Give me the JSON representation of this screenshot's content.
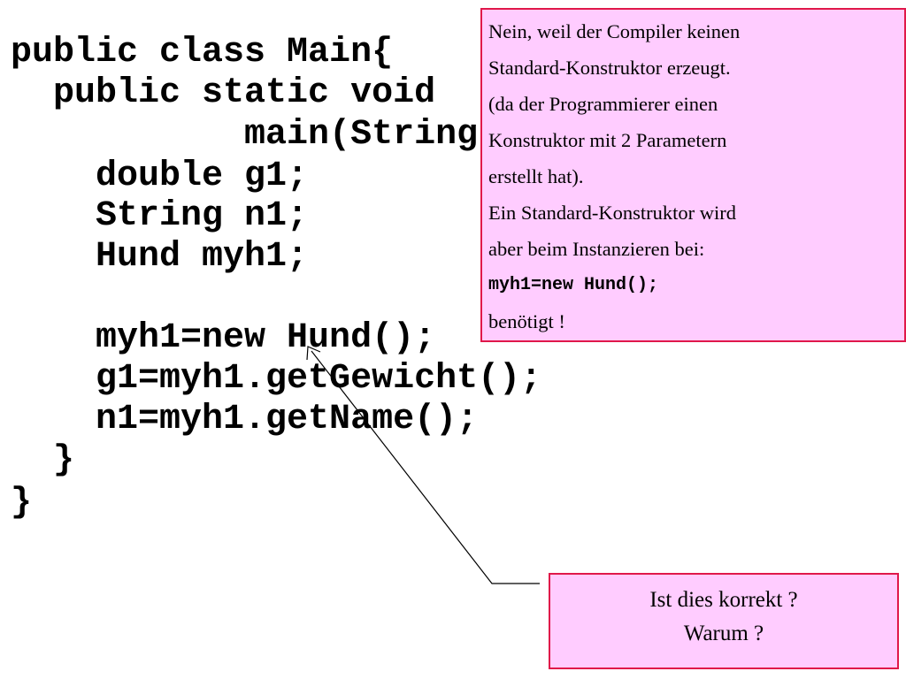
{
  "code": {
    "lines": [
      "public class Main{",
      "  public static void",
      "           main(String[] args){",
      "    double g1;",
      "    String n1;",
      "    Hund myh1;",
      "    myh1=new Hund();",
      "    g1=myh1.getGewicht();",
      "    n1=myh1.getName();",
      "  }",
      "}"
    ]
  },
  "answer_box": {
    "lines": [
      "Nein, weil der Compiler keinen",
      "Standard-Konstruktor erzeugt.",
      "(da der Programmierer einen",
      "Konstruktor mit 2 Parametern",
      "erstellt hat).",
      "Ein Standard-Konstruktor wird",
      "aber beim Instanzieren bei:",
      "myh1=new Hund();",
      "benötigt !"
    ]
  },
  "question_box": {
    "line1": "Ist dies korrekt ?",
    "line2": "Warum ?"
  },
  "colors": {
    "callout_fill": "#ffccff",
    "callout_border": "#e0184a",
    "arrow": "#000000"
  }
}
